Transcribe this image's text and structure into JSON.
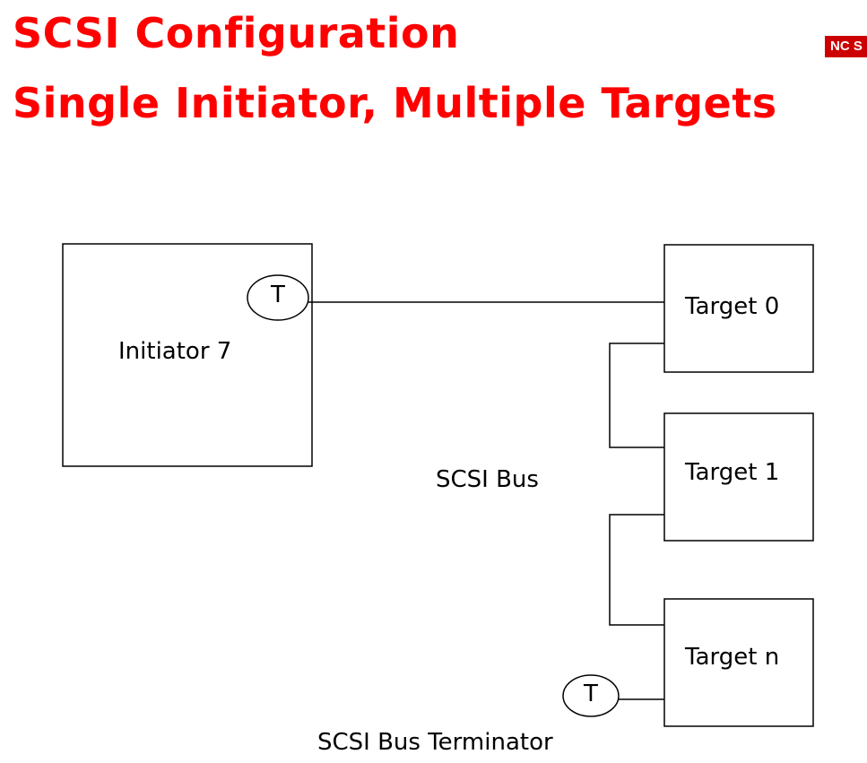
{
  "slide": {
    "title_line1": "SCSI Configuration",
    "title_line2": "Single Initiator, Multiple Targets",
    "title_color": "#ff0000",
    "logo_text": "NC S",
    "logo_color": "#cc0000"
  },
  "diagram": {
    "initiator_label": "Initiator 7",
    "targets": [
      "Target 0",
      "Target 1",
      "Target n"
    ],
    "terminator_symbol": "T",
    "bus_label": "SCSI Bus",
    "terminator_caption": "SCSI Bus Terminator"
  }
}
